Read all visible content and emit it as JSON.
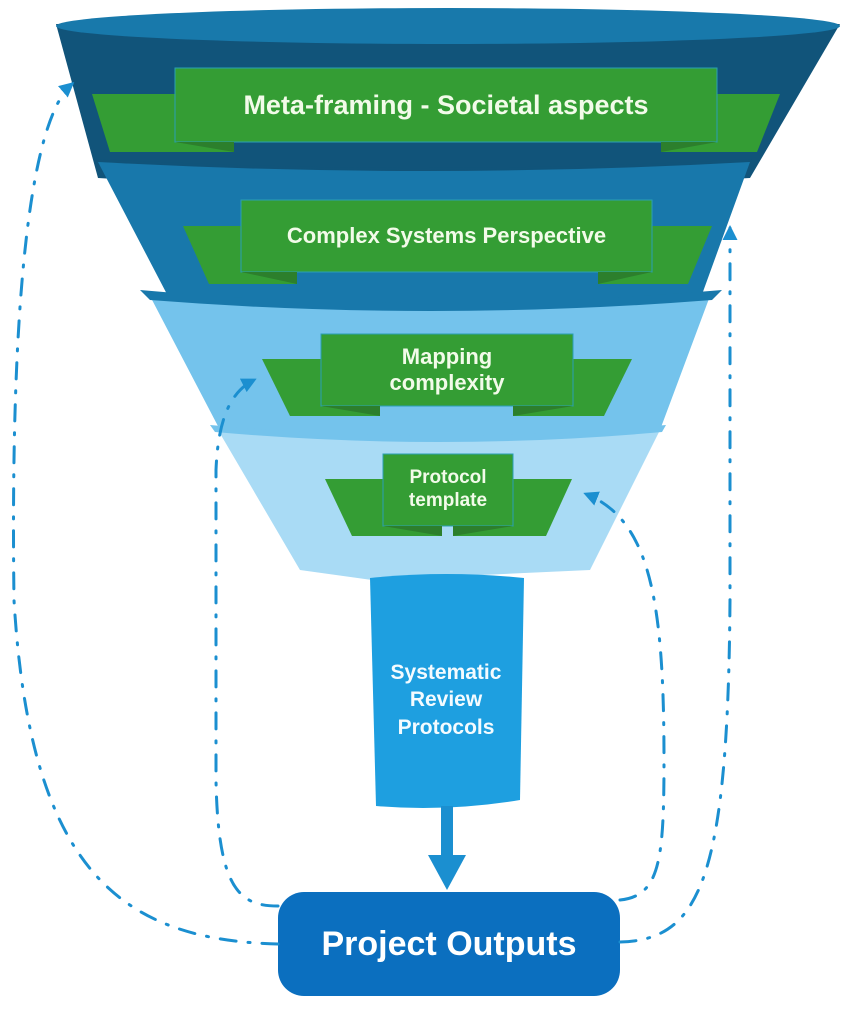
{
  "diagram": {
    "title": "Systematic review protocol development funnel",
    "funnel_levels": [
      {
        "label": "Meta-framing - Societal aspects",
        "fill": "#11547a"
      },
      {
        "label": "Complex Systems Perspective",
        "fill": "#1878ab"
      },
      {
        "label": "Mapping complexity",
        "lines": [
          "Mapping",
          "complexity"
        ],
        "fill": "#74c3ec"
      },
      {
        "label": "Protocol template",
        "lines": [
          "Protocol",
          "template"
        ],
        "fill": "#a9dbf5"
      }
    ],
    "funnel_rim_color": "#1879ab",
    "banner_color": "#349d34",
    "banner_border_color": "#2a9fb3",
    "spout": {
      "label": "Systematic Review Protocols",
      "lines": [
        "Systematic",
        "Review",
        "Protocols"
      ],
      "fill": "#1e9fe0"
    },
    "output_box": {
      "label": "Project Outputs",
      "fill": "#0b6fbf"
    },
    "arrow_color": "#1b8fd0",
    "feedback_arrows": [
      {
        "from": "Project Outputs",
        "to": "Meta-framing - Societal aspects",
        "style": "dash-dot"
      },
      {
        "from": "Project Outputs",
        "to": "Complex Systems Perspective",
        "style": "dash-dot"
      },
      {
        "from": "Project Outputs",
        "to": "Mapping complexity",
        "style": "dash-dot"
      },
      {
        "from": "Project Outputs",
        "to": "Protocol template",
        "style": "dash-dot"
      }
    ],
    "flow_arrow": {
      "from": "Systematic Review Protocols",
      "to": "Project Outputs",
      "style": "solid"
    }
  }
}
